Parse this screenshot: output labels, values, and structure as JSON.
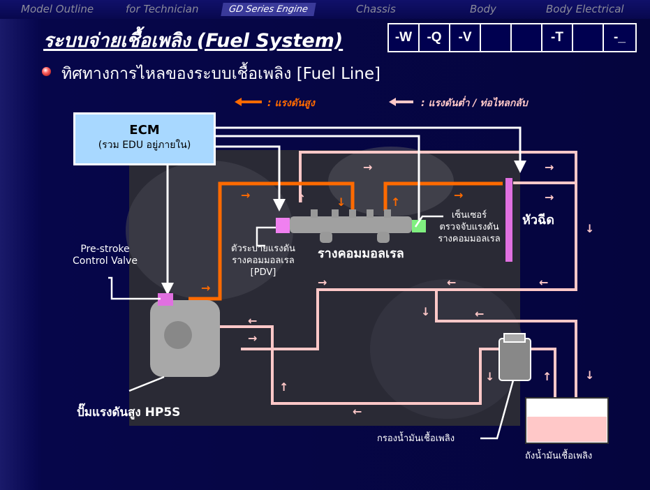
{
  "nav": {
    "items": [
      "Model Outline",
      "for Technician",
      "GD Series Engine",
      "Chassis",
      "Body",
      "Body Electrical"
    ],
    "active": "GD Series Engine"
  },
  "title": "ระบบจ่ายเชื้อเพลิง (Fuel System)",
  "codes": [
    "-W",
    "-Q",
    "-V",
    "",
    "",
    "-T",
    "",
    "-_"
  ],
  "subtitle": "ทิศทางการไหลของระบบเชื้อเพลิง [Fuel Line]",
  "legend": {
    "high": ": แรงดันสูง",
    "low": ": แรงดันต่ำ / ท่อไหลกลับ"
  },
  "colors": {
    "high": "#ff6a00",
    "low": "#ffc8c8",
    "ecm": "#a8d8ff"
  },
  "ecm": {
    "title": "ECM",
    "subtitle": "(รวม EDU อยู่ภายใน)"
  },
  "labels": {
    "psv": "Pre-stroke\nControl Valve",
    "pdv": "ตัวระบายแรงดัน\nรางคอมมอลเรล\n[PDV]",
    "rail": "รางคอมมอลเรล",
    "sensor": "เซ็นเซอร์\nตรวจจับแรงดัน\nรางคอมมอลเรล",
    "injector": "หัวฉีด",
    "pump": "ปั๊มแรงดันสูง HP5S",
    "filter": "กรองน้ำมันเชื้อเพลิง",
    "tank": "ถังน้ำมันเชื้อเพลิง"
  }
}
